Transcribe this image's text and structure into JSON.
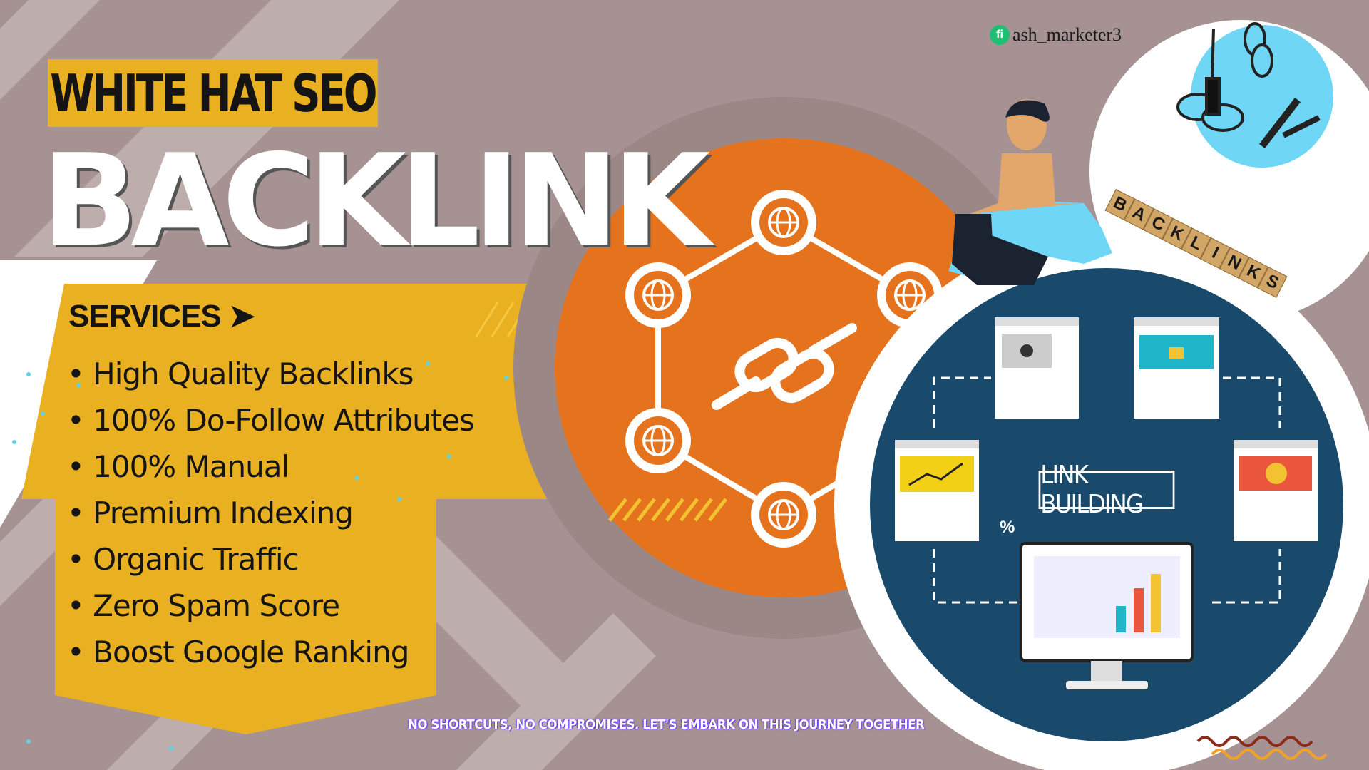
{
  "header": {
    "tag": "WHITE HAT SEO",
    "title": "BACKLINK"
  },
  "handle": {
    "icon_text": "fi",
    "username": "ash_marketer3"
  },
  "services": {
    "label": "SERVICES ➤",
    "items": [
      "High Quality Backlinks",
      "100% Do-Follow Attributes",
      "100% Manual",
      "Premium Indexing",
      "Organic Traffic",
      "Zero Spam Score",
      "Boost Google Ranking"
    ]
  },
  "illustration": {
    "link_building_label": "LINK BUILDING",
    "tiles_word": "BACKLINKS",
    "percent_symbol": "%"
  },
  "tagline": "NO SHORTCUTS, NO COMPROMISES. LET'S  EMBARK ON THIS JOURNEY TOGETHER",
  "colors": {
    "background": "#a69292",
    "accent_yellow": "#e9b022",
    "orange": "#e5731d",
    "navy": "#1a4a6b",
    "sky": "#6fd6f5"
  }
}
